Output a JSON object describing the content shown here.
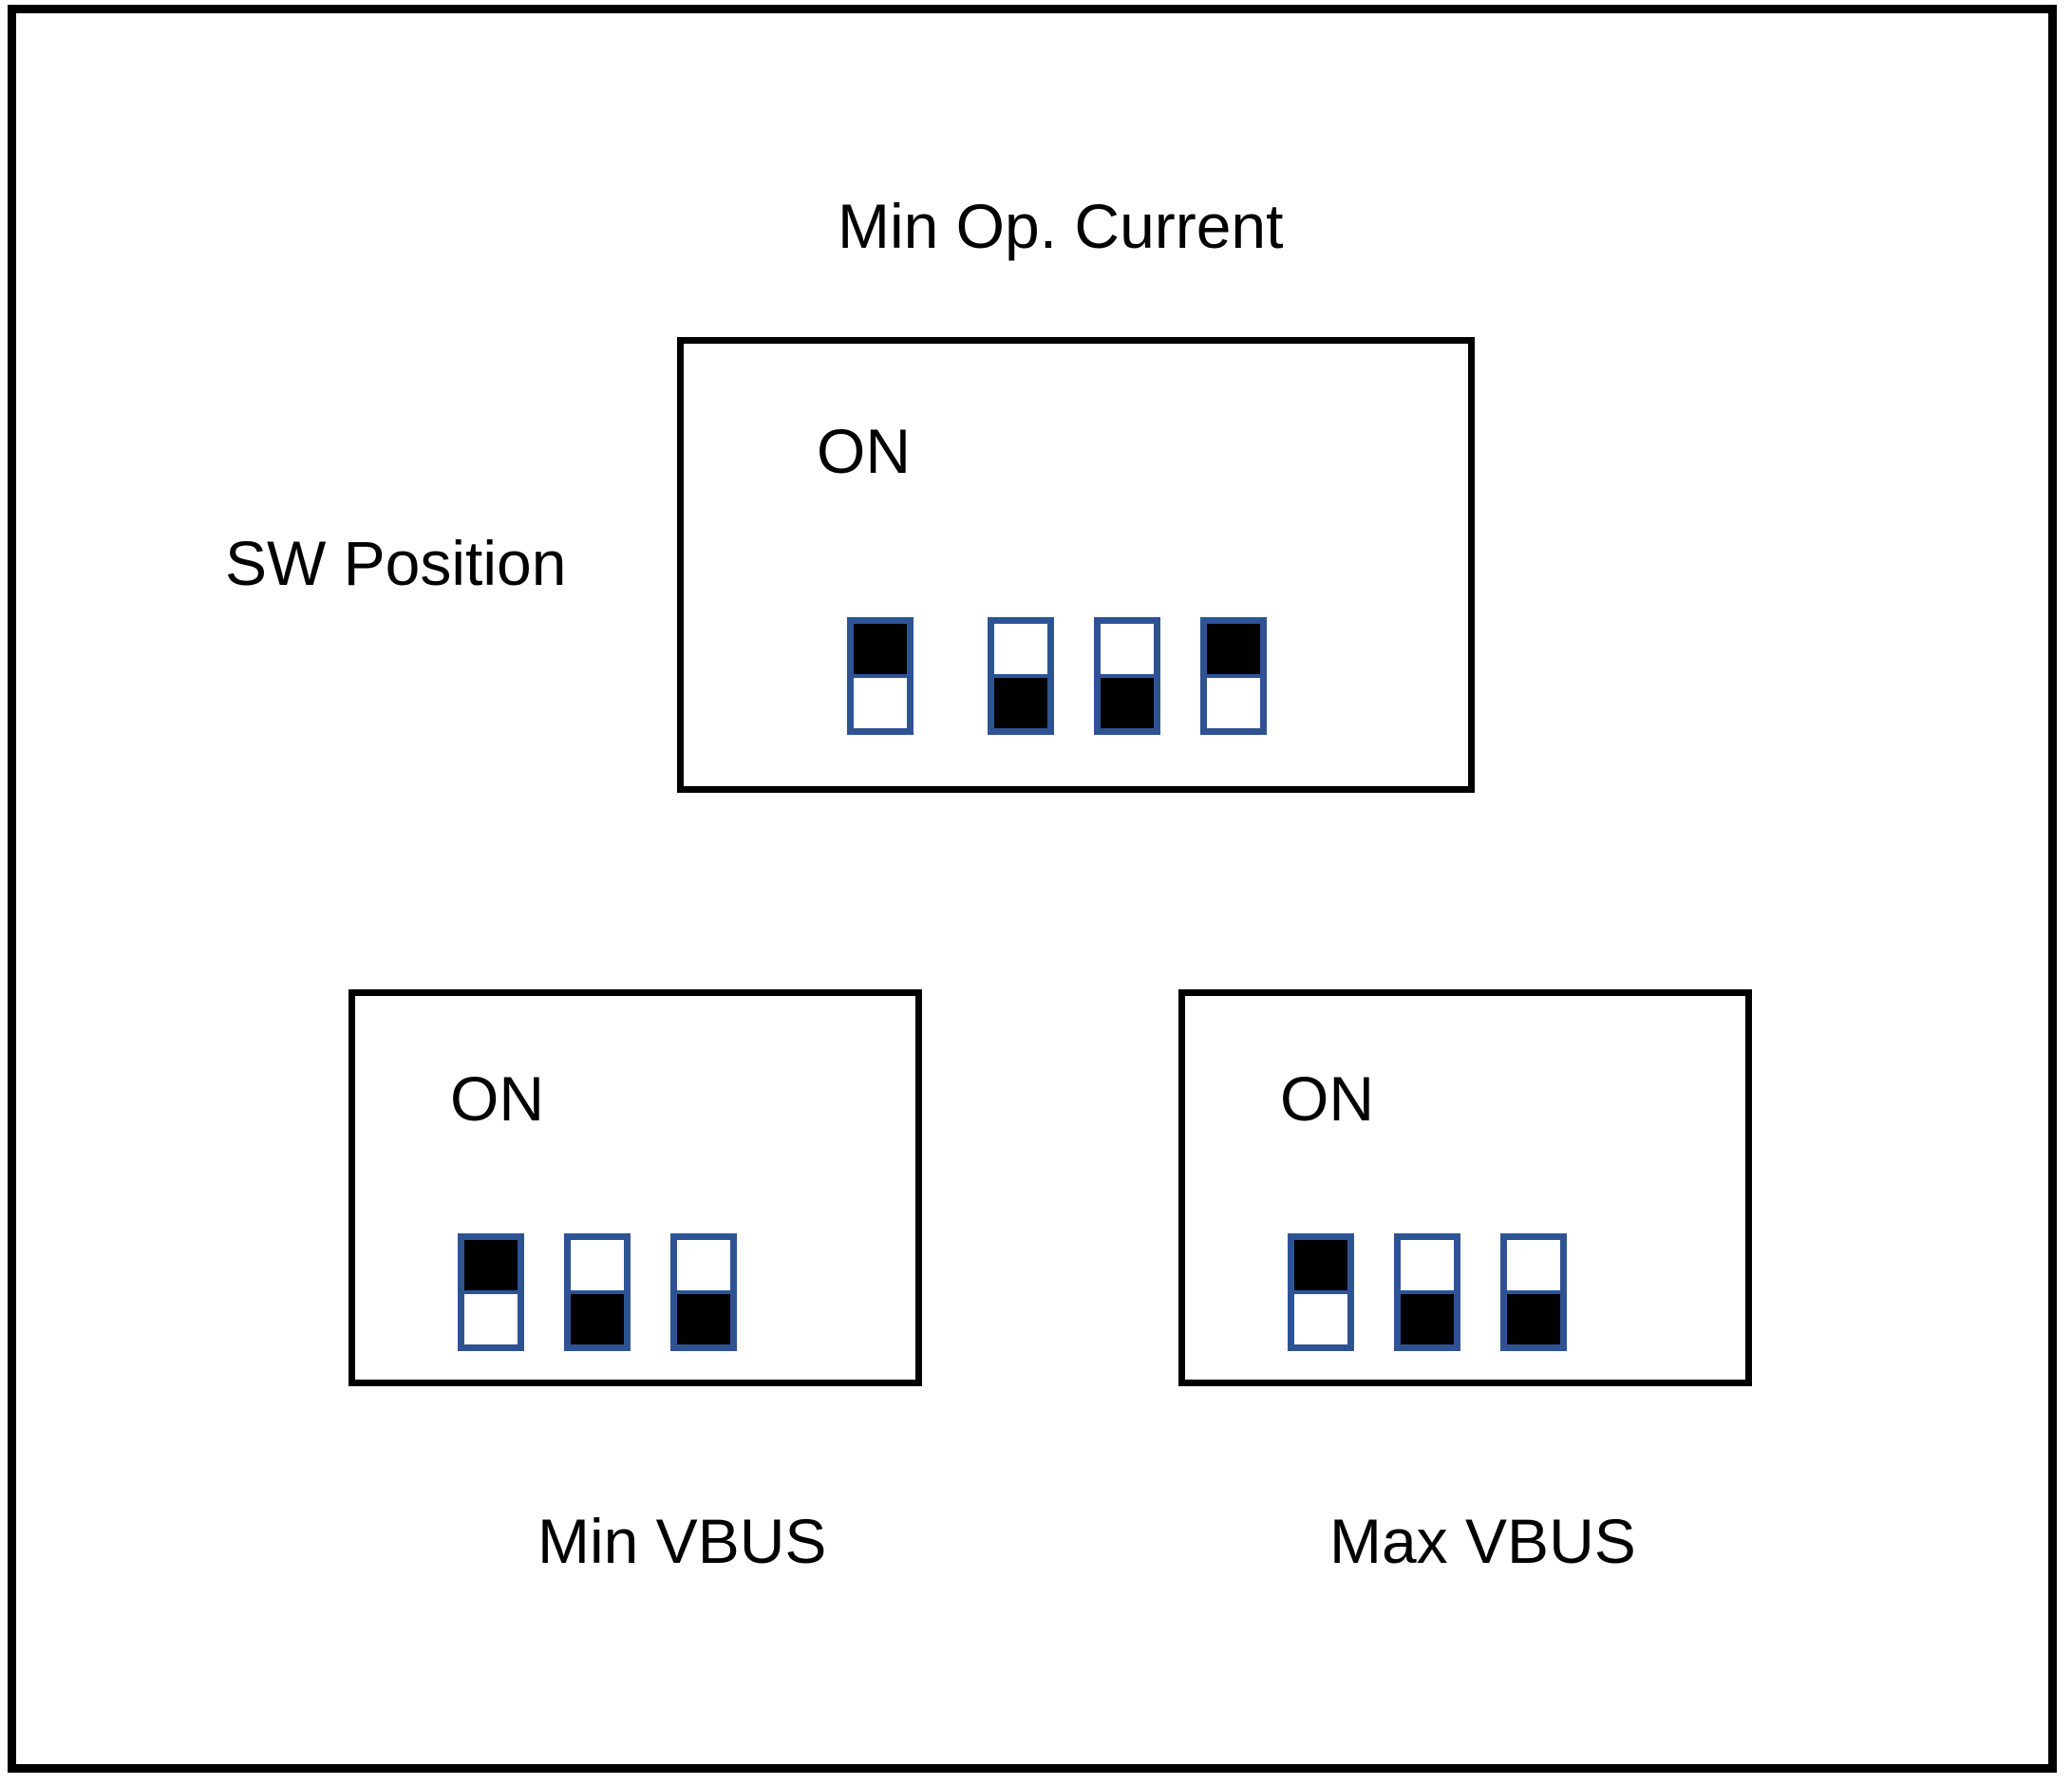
{
  "diagram": {
    "title": "Min Op. Current",
    "row_label": "SW Position",
    "on_legend": "ON",
    "colors": {
      "switch_outline": "#2E5395",
      "switch_filled": "#000000",
      "box_outline": "#000000",
      "background": "#ffffff"
    },
    "banks": [
      {
        "id": "min-op-current",
        "caption_above": "Min Op. Current",
        "caption_below": "",
        "on_legend": "ON",
        "pole_count": 4,
        "switches": [
          {
            "index": 1,
            "state": "ON",
            "filled_half": "top"
          },
          {
            "index": 2,
            "state": "OFF",
            "filled_half": "bottom"
          },
          {
            "index": 3,
            "state": "OFF",
            "filled_half": "bottom"
          },
          {
            "index": 4,
            "state": "ON",
            "filled_half": "top"
          }
        ]
      },
      {
        "id": "min-vbus",
        "caption_above": "",
        "caption_below": "Min VBUS",
        "on_legend": "ON",
        "pole_count": 3,
        "switches": [
          {
            "index": 1,
            "state": "ON",
            "filled_half": "top"
          },
          {
            "index": 2,
            "state": "OFF",
            "filled_half": "bottom"
          },
          {
            "index": 3,
            "state": "OFF",
            "filled_half": "bottom"
          }
        ]
      },
      {
        "id": "max-vbus",
        "caption_above": "",
        "caption_below": "Max VBUS",
        "on_legend": "ON",
        "pole_count": 3,
        "switches": [
          {
            "index": 1,
            "state": "ON",
            "filled_half": "top"
          },
          {
            "index": 2,
            "state": "OFF",
            "filled_half": "bottom"
          },
          {
            "index": 3,
            "state": "OFF",
            "filled_half": "bottom"
          }
        ]
      }
    ]
  }
}
